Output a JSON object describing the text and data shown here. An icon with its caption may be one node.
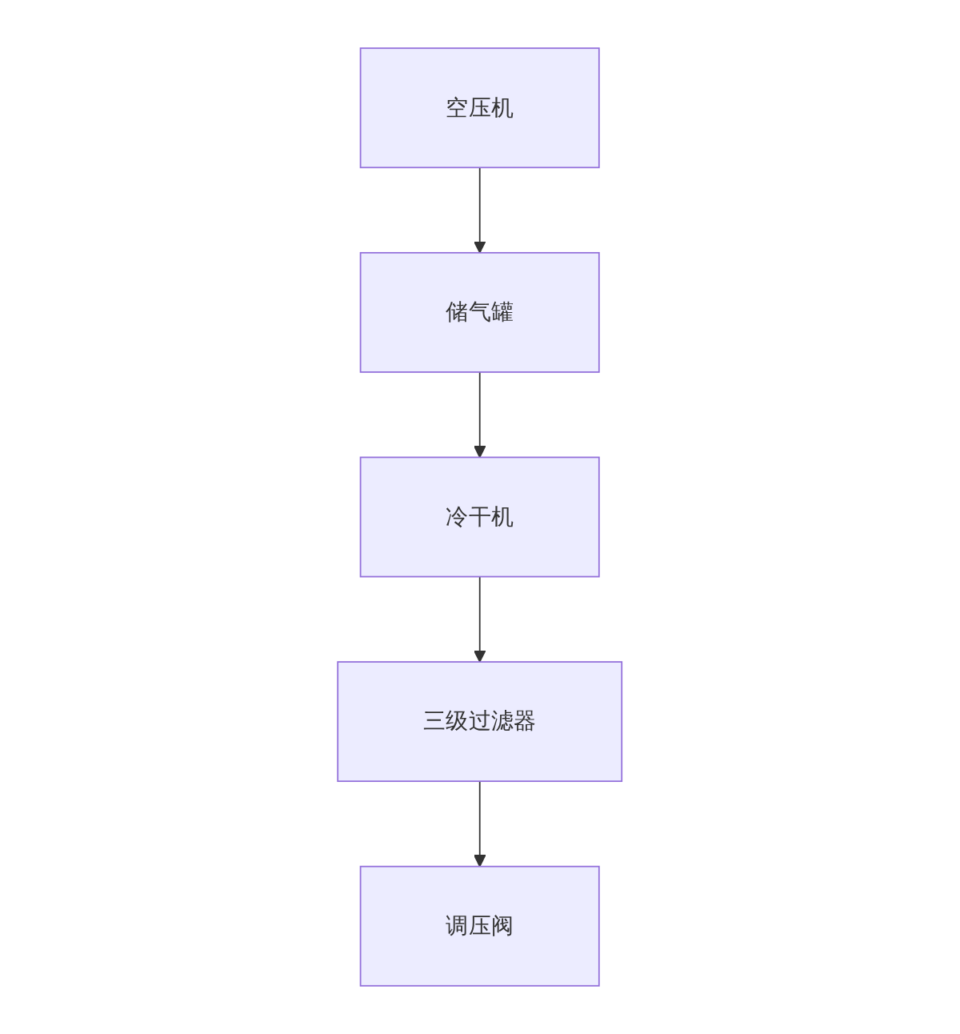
{
  "diagram": {
    "nodes": [
      {
        "text": [
          "空压机"
        ]
      },
      {
        "text": [
          "储气罐"
        ]
      },
      {
        "text": [
          "冷干机"
        ]
      },
      {
        "text": [
          "三级过滤器"
        ]
      },
      {
        "text": [
          "调压阀"
        ]
      }
    ],
    "edges": [
      {
        "from": 0,
        "to": 1,
        "arrow": "to"
      },
      {
        "from": 1,
        "to": 2,
        "arrow": "to"
      },
      {
        "from": 2,
        "to": 3,
        "arrow": "to"
      },
      {
        "from": 3,
        "to": 4,
        "arrow": "to"
      }
    ]
  }
}
